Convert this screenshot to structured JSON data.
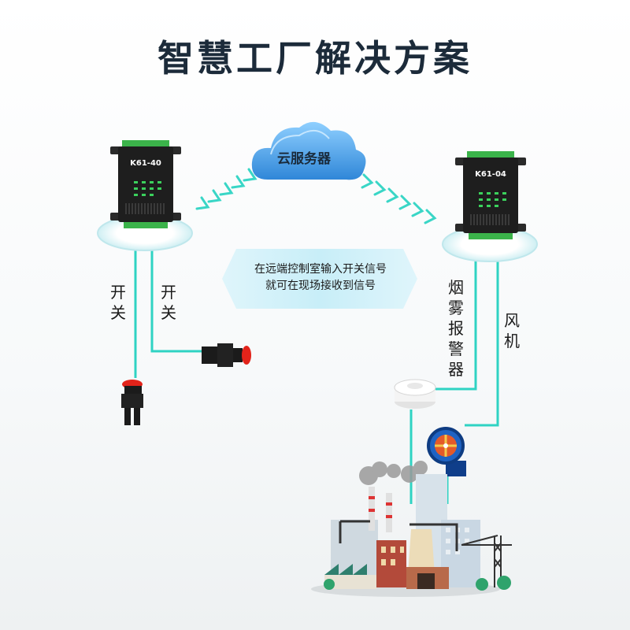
{
  "title": "智慧工厂解决方案",
  "cloud": {
    "label": "云服务器"
  },
  "devices": {
    "left": {
      "model": "K61-40"
    },
    "right": {
      "model": "K61-04"
    }
  },
  "note": {
    "line1": "在远端控制室输入开关信号",
    "line2": "就可在现场接收到信号"
  },
  "labels": {
    "switch1": [
      "开",
      "关"
    ],
    "switch2": [
      "开",
      "关"
    ],
    "smoke": [
      "烟",
      "雾",
      "报",
      "警",
      "器"
    ],
    "fan": [
      "风",
      "机"
    ]
  },
  "colors": {
    "line": "#2fd3c3",
    "title": "#1c2b3a",
    "device": "#1e1e1e",
    "terminal": "#3bb34a",
    "cloud": "#5aa7e4"
  }
}
